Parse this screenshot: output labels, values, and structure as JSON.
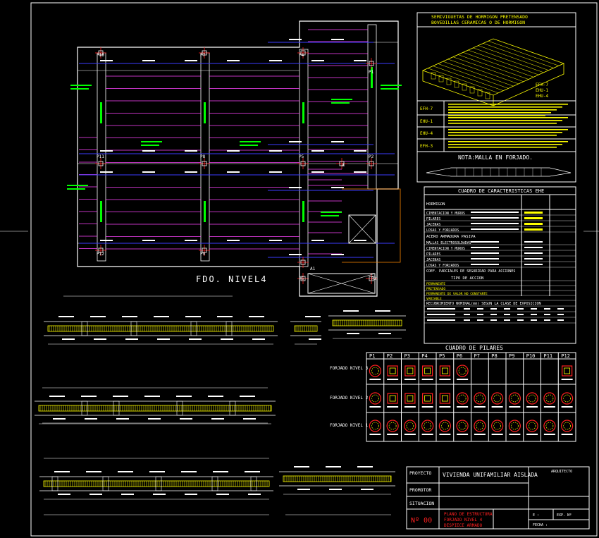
{
  "colors": {
    "bg": "#000000",
    "white": "#ffffff",
    "yellow": "#ffff00",
    "green": "#00ff00",
    "blue": "#3b3bff",
    "magenta": "#ff44ff",
    "red": "#ff2020",
    "orange": "#ff8800",
    "cyan": "#00ffff"
  },
  "plan": {
    "title": "FDO. NIVEL4",
    "pillars": [
      "P10",
      "P7",
      "P4",
      "P1",
      "P11",
      "P8",
      "P5",
      "P2",
      "P12",
      "P9",
      "P6",
      "A1",
      "P3",
      "A"
    ]
  },
  "slab_info": {
    "title_line1": "SEMIVIGUETAS DE HORMIGON PRETENSADO",
    "title_line2": "BOVEDILLAS CERAMICAS O DE HORMIGON",
    "labels": [
      "EFH-7",
      "EHU-1",
      "EHU-4"
    ],
    "row_codes": [
      "EFH-7",
      "EHU-1",
      "EHU-4",
      "EFH-3"
    ],
    "note_title": "NOTA:MALLA EN FORJADO."
  },
  "characteristics": {
    "title": "CUADRO DE CARACTERISTICAS EHE",
    "section_concrete": "HORMIGON",
    "rows_concrete": [
      "CIMENTACION Y MUROS",
      "PILARES",
      "JACENAS",
      "LOSAS Y FORJADOS"
    ],
    "section_steel": "ACERO ARMADURA PASIVA",
    "rows_steel": [
      "MALLAS ELECTROSOLDADAS",
      "CIMENTACION Y MUROS",
      "PILARES",
      "JACENAS",
      "LOSAS Y FORJADOS"
    ],
    "section_safety": "COEF. PARCIALES DE SEGURIDAD PARA ACCIONES",
    "section_action": "TIPO DE ACCION",
    "rows_action": [
      "PERMANENTE",
      "PRETENSADO",
      "PERMANENTE DE VALOR NO CONSTANTE",
      "VARIABLE"
    ],
    "section_cover": "RECUBRIMIENTO NOMINAL(mm) SEGUN LA CLASE DE EXPOSICION"
  },
  "pillars_table": {
    "title": "CUADRO DE PILARES",
    "headers": [
      "P1",
      "P2",
      "P3",
      "P4",
      "P5",
      "P6",
      "P7",
      "P8",
      "P9",
      "P10",
      "P11",
      "P12"
    ],
    "rows": [
      {
        "label": "FORJADO NIVEL 3",
        "cells": [
          1,
          1,
          1,
          1,
          1,
          1,
          0,
          0,
          0,
          0,
          0,
          1
        ]
      },
      {
        "label": "FORJADO NIVEL 2",
        "cells": [
          1,
          1,
          1,
          1,
          1,
          1,
          1,
          1,
          1,
          1,
          1,
          1
        ]
      },
      {
        "label": "FORJADO NIVEL 1",
        "cells": [
          1,
          1,
          1,
          1,
          1,
          1,
          1,
          1,
          1,
          1,
          1,
          1
        ]
      }
    ]
  },
  "title_block": {
    "proyecto_label": "PROYECTO",
    "proyecto": "VIVIENDA UNIFAMILIAR AISLADA",
    "promotor_label": "PROMOTOR",
    "situacion_label": "SITUACION",
    "arquitecto_label": "ARQUITECTO",
    "plano_line1": "PLANO DE ESTRUCTURA",
    "plano_line2": "FORJADO   NIVEL 4",
    "plano_line3": "DESPIECE ARMADO",
    "number": "Nº 00",
    "escala": "E :",
    "exp": "EXP. Nº",
    "fecha": "FECHA :"
  }
}
